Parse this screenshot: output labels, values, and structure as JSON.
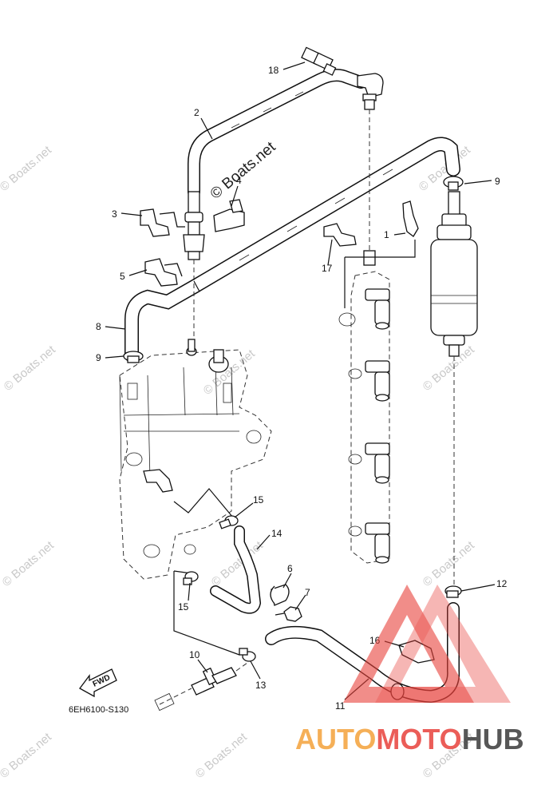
{
  "diagram_code": "6EH6100-S130",
  "fwd_label": "FWD",
  "watermark_text": "© Boats.net",
  "brand": {
    "part1": "AUTO",
    "part2": "MOTO",
    "part3": "HUB",
    "color_orange": "#f4a23a",
    "color_red": "#e8413b",
    "color_dark": "#3a3a3a"
  },
  "callouts": [
    {
      "id": "c1",
      "label": "1"
    },
    {
      "id": "c2",
      "label": "2"
    },
    {
      "id": "c3",
      "label": "3"
    },
    {
      "id": "c4",
      "label": "4"
    },
    {
      "id": "c5",
      "label": "5"
    },
    {
      "id": "c6",
      "label": "6"
    },
    {
      "id": "c7",
      "label": "7"
    },
    {
      "id": "c8",
      "label": "8"
    },
    {
      "id": "c9a",
      "label": "9"
    },
    {
      "id": "c9b",
      "label": "9"
    },
    {
      "id": "c10",
      "label": "10"
    },
    {
      "id": "c11",
      "label": "11"
    },
    {
      "id": "c12",
      "label": "12"
    },
    {
      "id": "c13",
      "label": "13"
    },
    {
      "id": "c14",
      "label": "14"
    },
    {
      "id": "c15a",
      "label": "15"
    },
    {
      "id": "c15b",
      "label": "15"
    },
    {
      "id": "c16",
      "label": "16"
    },
    {
      "id": "c17",
      "label": "17"
    },
    {
      "id": "c18",
      "label": "18"
    }
  ]
}
